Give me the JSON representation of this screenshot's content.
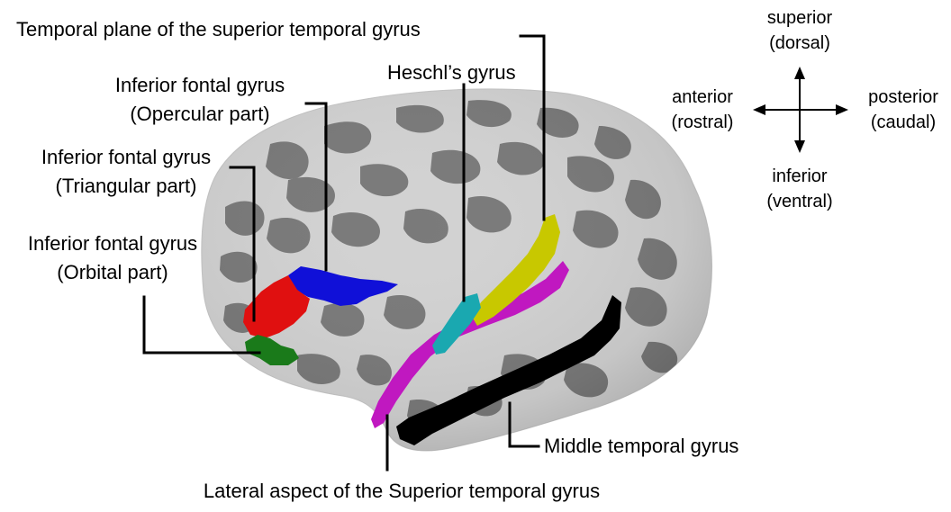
{
  "labels": {
    "temporal_plane": "Temporal plane of the superior temporal gyrus",
    "heschl": "Heschl’s gyrus",
    "opercular_line1": "Inferior fontal gyrus",
    "opercular_line2": "(Opercular part)",
    "triangular_line1": "Inferior fontal gyrus",
    "triangular_line2": "(Triangular part)",
    "orbital_line1": "Inferior fontal gyrus",
    "orbital_line2": "(Orbital part)",
    "middle_temporal": "Middle temporal gyrus",
    "lateral_stg": "Lateral aspect of the Superior temporal gyrus"
  },
  "orientation": {
    "superior": "superior",
    "superior_alt": "(dorsal)",
    "inferior": "inferior",
    "inferior_alt": "(ventral)",
    "anterior": "anterior",
    "anterior_alt": "(rostral)",
    "posterior": "posterior",
    "posterior_alt": "(caudal)"
  },
  "colors": {
    "opercular": "#1010d8",
    "triangular": "#e01010",
    "orbital": "#1a7a1a",
    "heschl": "#1aa8b0",
    "temporal_plane": "#c8c800",
    "lateral_stg": "#c018c0",
    "middle_temporal": "#000000",
    "cortex_gyri": "#d2d2d2",
    "cortex_sulci": "#7a7a7a"
  }
}
